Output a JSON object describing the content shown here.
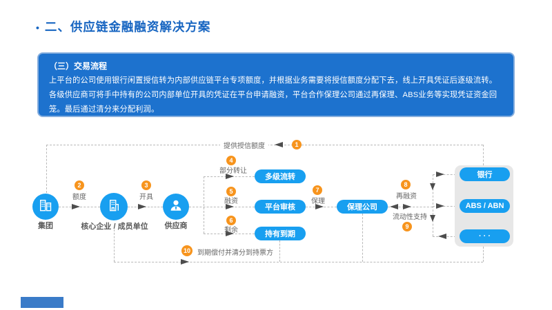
{
  "title": {
    "bullet": "•",
    "text": "二、供应链金融融资解决方案"
  },
  "info": {
    "heading": "（三）交易流程",
    "body": "上平台的公司使用银行闲置授信转为内部供应链平台专项额度，并根据业务需要将授信额度分配下去，线上开具凭证后逐级流转。各级供应商可将手中持有的公司内部单位开具的凭证在平台申请融资，平台合作保理公司通过再保理、ABS业务等实现凭证资金回笼。最后通过清分来分配利润。"
  },
  "diagram": {
    "top_flow_label": "提供授信额度",
    "steps": [
      {
        "num": "1"
      },
      {
        "num": "2",
        "label": "额度"
      },
      {
        "num": "3",
        "label": "开具"
      },
      {
        "num": "4",
        "label": "部分转让"
      },
      {
        "num": "5",
        "label": "融资"
      },
      {
        "num": "6",
        "label": "剩余"
      },
      {
        "num": "7",
        "label": "保理"
      },
      {
        "num": "8",
        "label": "再融资"
      },
      {
        "num": "9",
        "label": "流动性支持"
      },
      {
        "num": "10",
        "label": "到期偿付并清分到持票方"
      }
    ],
    "nodes": [
      {
        "label": "集团",
        "icon": "building-group-icon"
      },
      {
        "label": "核心企业 / 成员单位",
        "icon": "building-icon"
      },
      {
        "label": "供应商",
        "icon": "person-icon"
      }
    ],
    "pills": {
      "multi_transfer": "多级流转",
      "platform_review": "平台审核",
      "hold_to_maturity": "持有到期",
      "factoring_company": "保理公司",
      "bank": "银行",
      "abs_abn": "ABS / ABN",
      "more": "· · ·"
    }
  },
  "colors": {
    "accent_blue": "#189FF0",
    "badge_orange": "#F7941D",
    "info_box_blue": "#1D72CE",
    "title_blue": "#1765C1",
    "line_gray": "#B8B8B8",
    "holder_gray": "#E7E7E7"
  }
}
